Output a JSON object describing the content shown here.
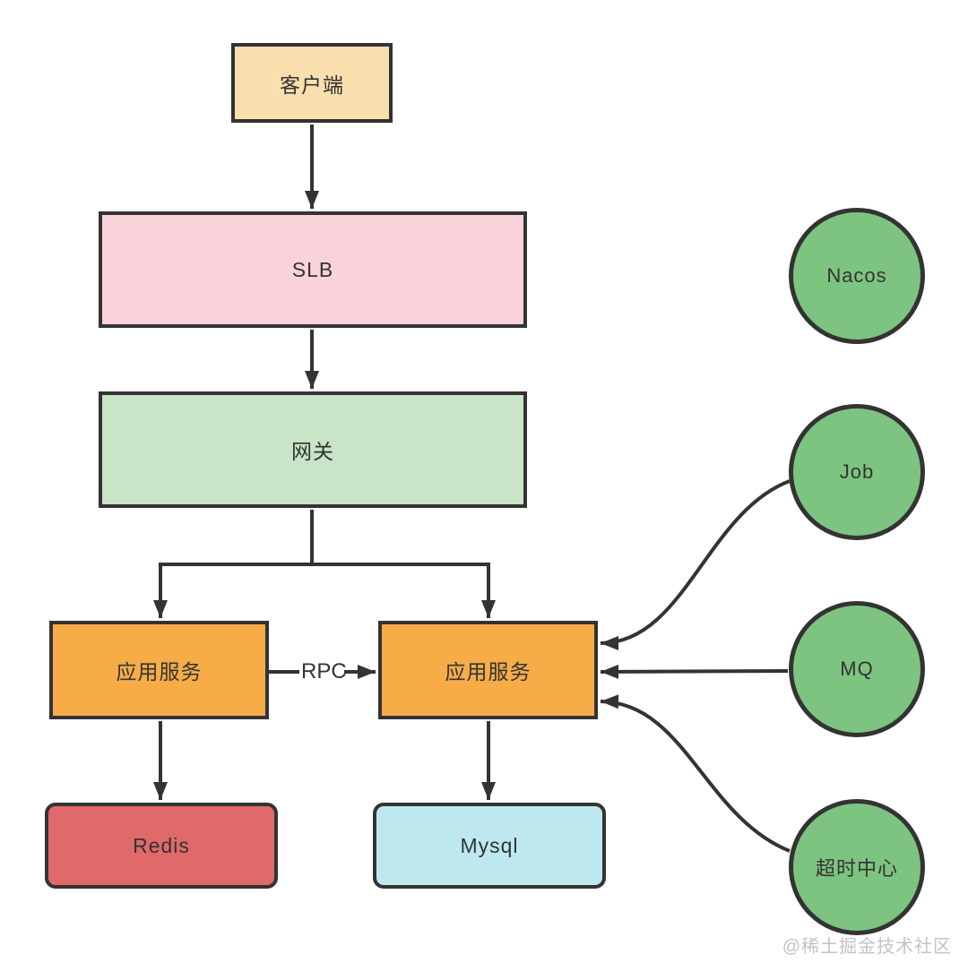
{
  "diagram": {
    "title": "service-architecture-diagram",
    "nodes": {
      "client": {
        "label": "客户端",
        "fill": "#F8DFAD",
        "shape": "rect"
      },
      "slb": {
        "label": "SLB",
        "fill": "#FAD2D9",
        "shape": "rect"
      },
      "gateway": {
        "label": "网关",
        "fill": "#C9E4C6",
        "shape": "rect"
      },
      "app_left": {
        "label": "应用服务",
        "fill": "#F7AC48",
        "shape": "rect"
      },
      "app_right": {
        "label": "应用服务",
        "fill": "#F7AC48",
        "shape": "rect"
      },
      "redis": {
        "label": "Redis",
        "fill": "#E06A6A",
        "shape": "rounded-rect"
      },
      "mysql": {
        "label": "Mysql",
        "fill": "#BDE9EE",
        "shape": "rounded-rect"
      },
      "nacos": {
        "label": "Nacos",
        "fill": "#7DC480",
        "shape": "circle"
      },
      "job": {
        "label": "Job",
        "fill": "#7DC480",
        "shape": "circle"
      },
      "mq": {
        "label": "MQ",
        "fill": "#7DC480",
        "shape": "circle"
      },
      "timeout_center": {
        "label": "超时中心",
        "fill": "#7DC480",
        "shape": "circle"
      }
    },
    "edges": [
      {
        "from": "client",
        "to": "slb",
        "label": ""
      },
      {
        "from": "slb",
        "to": "gateway",
        "label": ""
      },
      {
        "from": "gateway",
        "to": "app_left",
        "label": ""
      },
      {
        "from": "gateway",
        "to": "app_right",
        "label": ""
      },
      {
        "from": "app_left",
        "to": "app_right",
        "label": "RPC"
      },
      {
        "from": "app_left",
        "to": "redis",
        "label": ""
      },
      {
        "from": "app_right",
        "to": "mysql",
        "label": ""
      },
      {
        "from": "job",
        "to": "app_right",
        "label": ""
      },
      {
        "from": "mq",
        "to": "app_right",
        "label": ""
      },
      {
        "from": "timeout_center",
        "to": "app_right",
        "label": ""
      }
    ],
    "edge_labels": {
      "rpc": "RPC"
    },
    "stroke_color": "#333333"
  },
  "watermark": {
    "text": "@稀土掘金技术社区"
  }
}
